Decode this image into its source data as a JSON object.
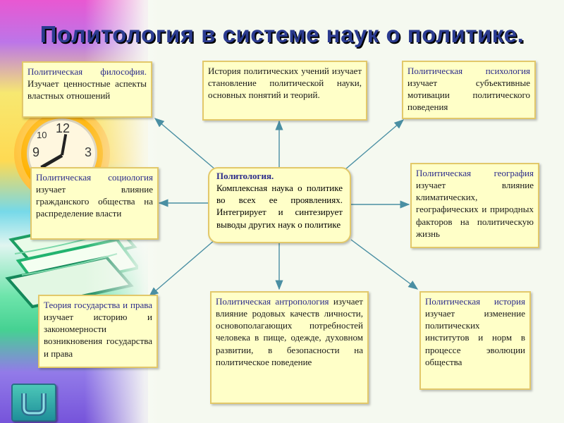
{
  "title": "Политология в системе наук о политике.",
  "center": {
    "title": "Политология.",
    "text": "Комплексная наука о политике во всех ее проявлениях. Интегрирует и синтезирует выводы других наук о политике"
  },
  "boxes": {
    "philosophy": {
      "highlight": "Политическая философия.",
      "text": " Изучает ценностные аспекты властных отношений"
    },
    "history_teachings": {
      "highlight": "",
      "text": "История политических учений изучает становление политической науки, основных понятий и теорий."
    },
    "psychology": {
      "highlight": "Политическая психология",
      "text": " изучает субъективные мотивации политического поведения"
    },
    "sociology": {
      "highlight": "Политическая социология",
      "text": " изучает влияние гражданского общества на распределение власти"
    },
    "geography": {
      "highlight": "Политическая география",
      "text": " изучает влияние климатических, географических и природных факторов на политическую жизнь"
    },
    "state_law": {
      "highlight": "Теория государства и права",
      "text": " изучает историю и закономерности возникновения государства и права"
    },
    "anthropology": {
      "highlight": "Политическая антропология",
      "text": " изучает влияние родовых качеств личности, основополагающих потребностей человека в пище, одежде, духовном развитии, в безопасности на политическое поведение"
    },
    "history": {
      "highlight": "Политическая история",
      "text": " изучает изменение политических институтов и норм в процессе эволюции общества"
    }
  },
  "nav": {
    "icon": "u-turn-back-arrow-icon"
  },
  "colors": {
    "title": "#2b3b90",
    "box_bg": "#ffffc8",
    "box_border": "#e2c86a",
    "highlight": "#2b2b8a"
  }
}
